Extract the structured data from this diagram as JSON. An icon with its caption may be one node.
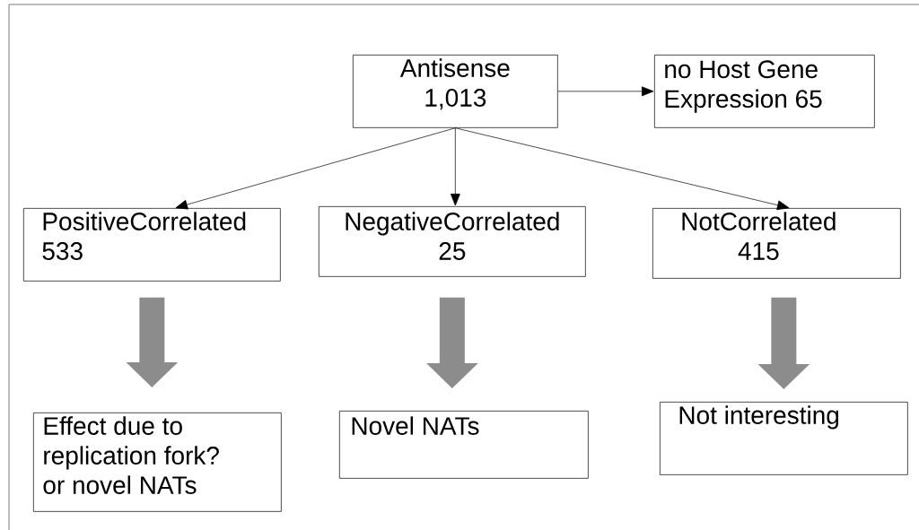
{
  "diagram": {
    "nodes": [
      {
        "text": [
          "Antisense 1,013"
        ]
      },
      {
        "text": [
          "no Host Gene Expression 65"
        ]
      },
      {
        "text": [
          "PositiveCorrelated 533"
        ]
      },
      {
        "text": [
          "NegativeCorrelated 25"
        ]
      },
      {
        "text": [
          "NotCorrelated 415"
        ]
      },
      {
        "text": [
          "Effect due to replication fork? or novel NATs"
        ]
      },
      {
        "text": [
          "Novel NATs"
        ]
      },
      {
        "text": [
          "Not interesting"
        ]
      }
    ],
    "edges": [
      {
        "from": 0,
        "to": 1,
        "arrow": "to"
      },
      {
        "from": 0,
        "to": 2,
        "arrow": "to"
      },
      {
        "from": 0,
        "to": 3,
        "arrow": "to"
      },
      {
        "from": 0,
        "to": 4,
        "arrow": "to"
      },
      {
        "from": 2,
        "to": 5,
        "arrow": "to",
        "style": "thick",
        "color": "#8c8c8c"
      },
      {
        "from": 3,
        "to": 6,
        "arrow": "to",
        "style": "thick",
        "color": "#8c8c8c"
      },
      {
        "from": 4,
        "to": 7,
        "arrow": "to",
        "style": "thick",
        "color": "#8c8c8c"
      }
    ]
  }
}
